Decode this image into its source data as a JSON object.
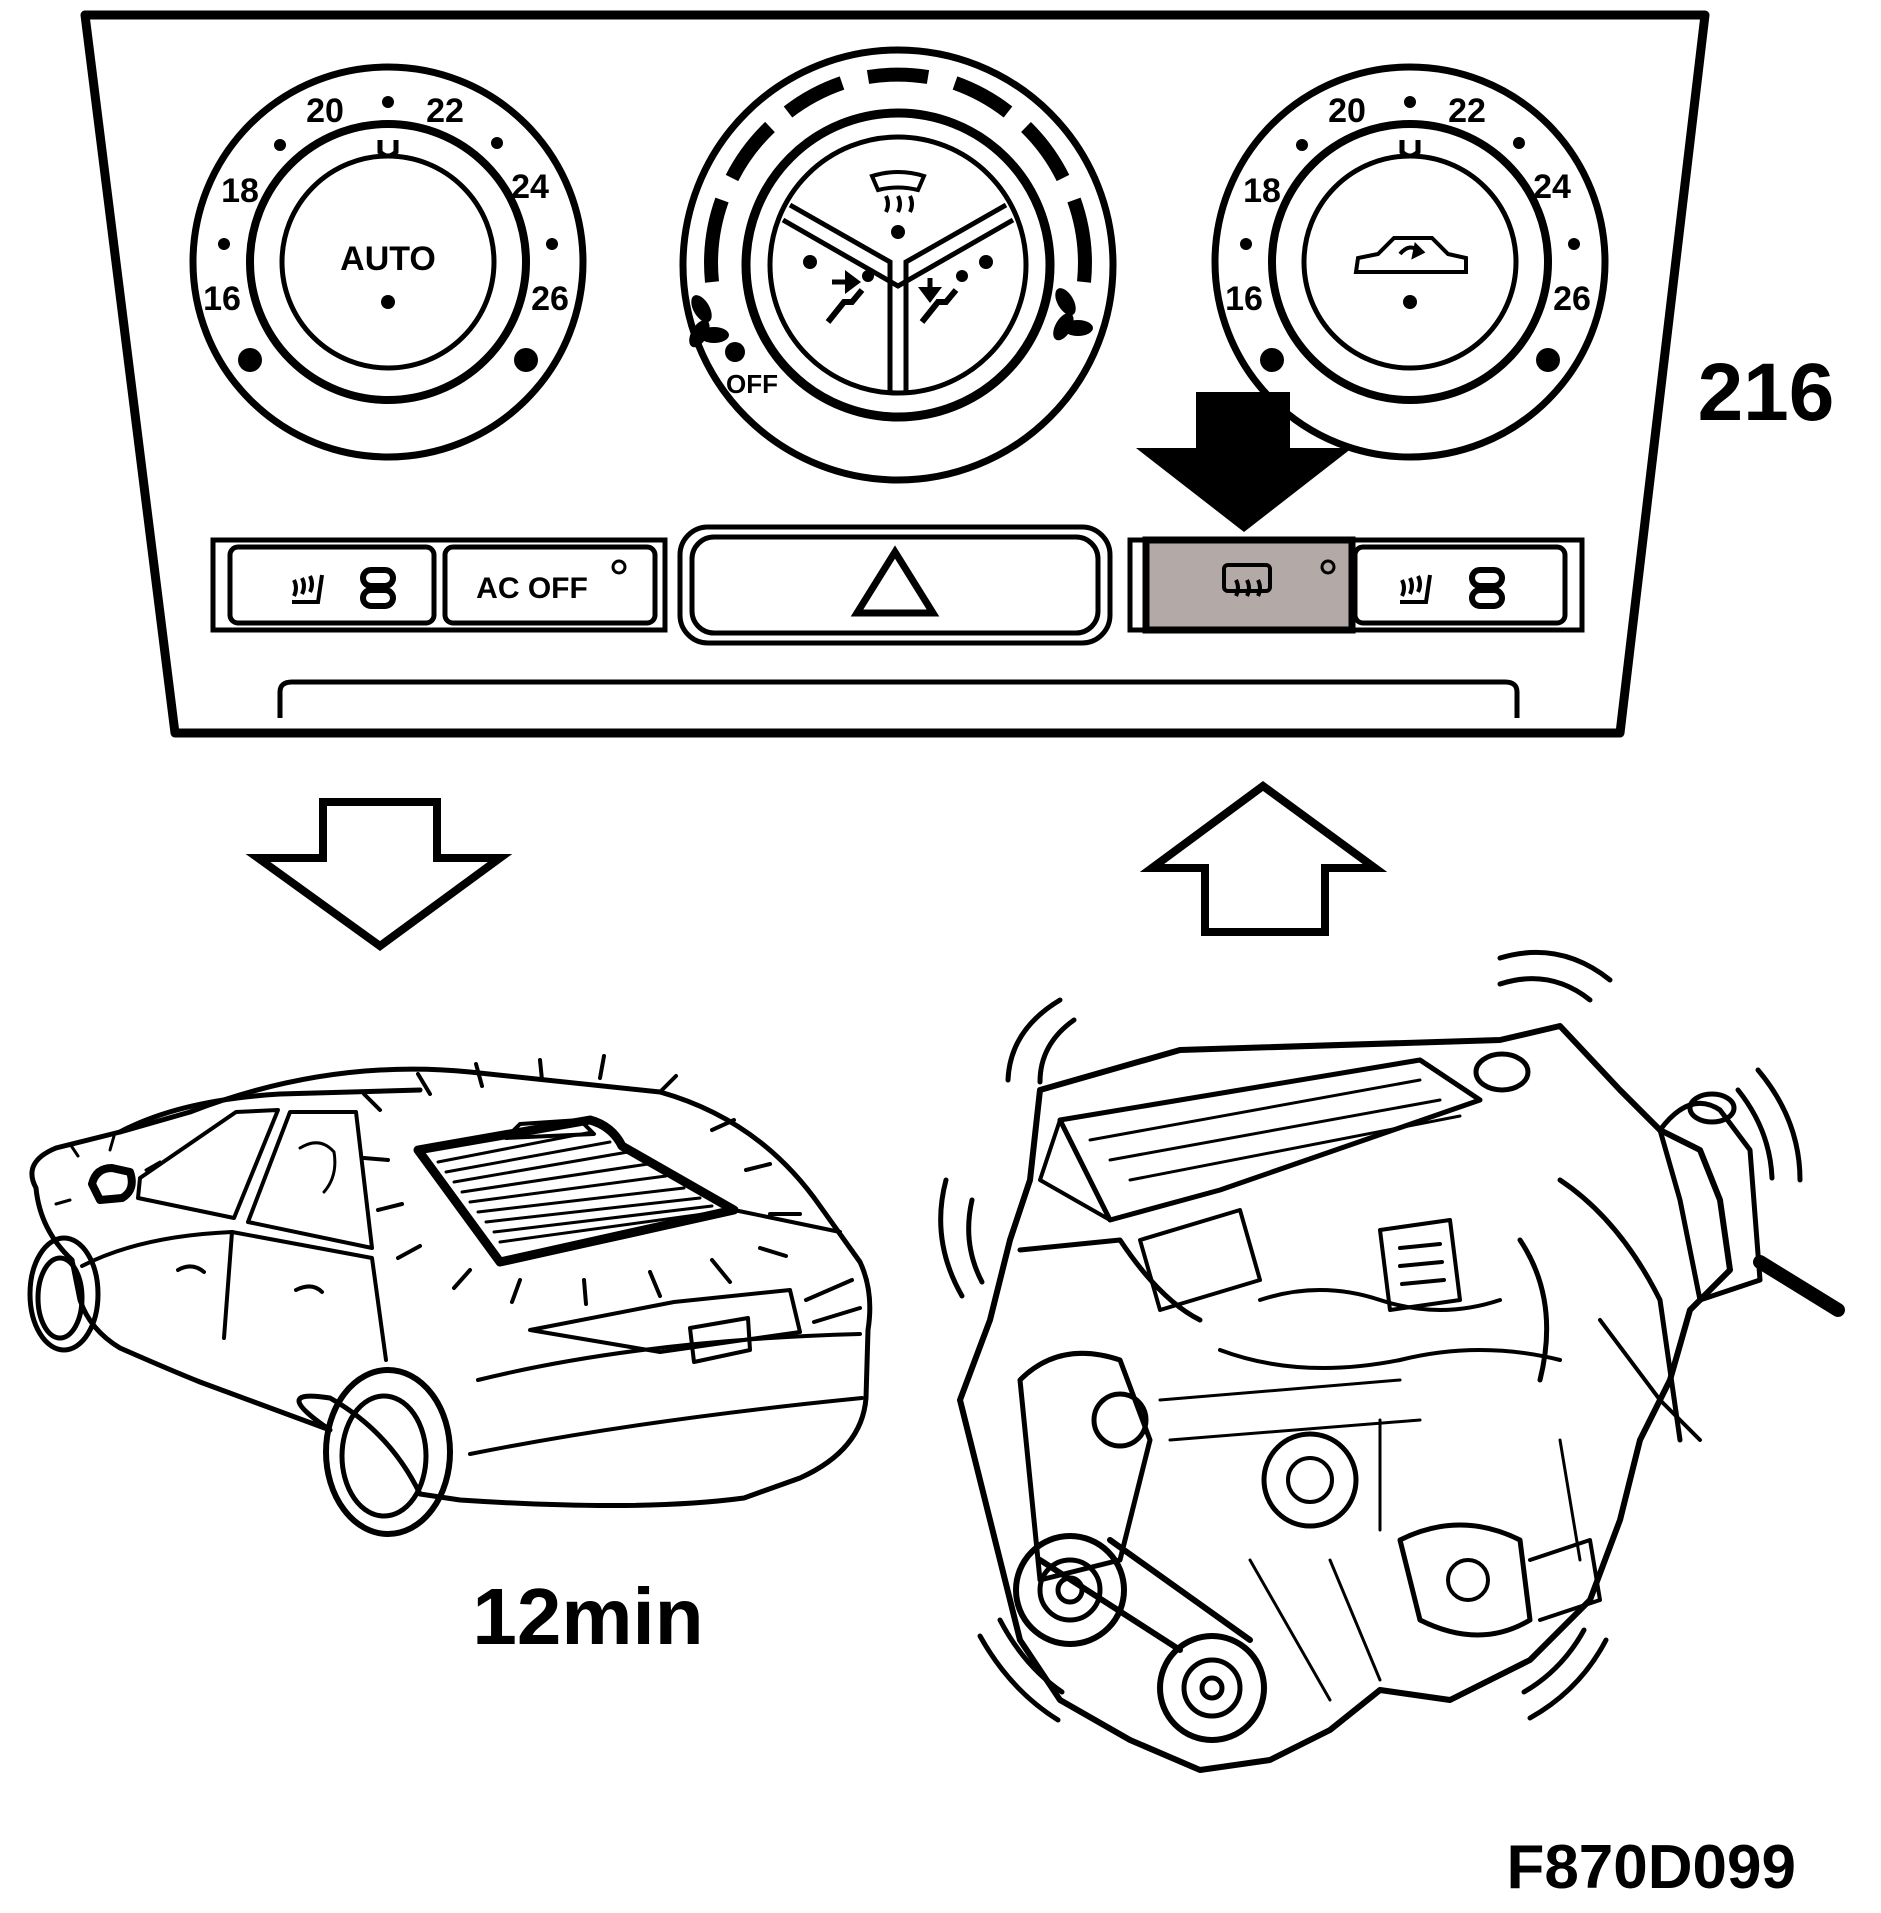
{
  "panel": {
    "left_dial": {
      "ticks": [
        "16",
        "18",
        "20",
        "22",
        "24",
        "26"
      ],
      "center_label": "AUTO"
    },
    "fan_dial": {
      "off_label": "OFF",
      "icons": [
        "fan-icon",
        "defrost-windshield-icon",
        "vent-face-icon",
        "vent-floor-icon"
      ]
    },
    "right_dial": {
      "ticks": [
        "16",
        "18",
        "20",
        "22",
        "24",
        "26"
      ],
      "center_icon": "recirculation-car-icon"
    },
    "buttons": {
      "left_seat_heat": {
        "icon": "seat-heat-icon"
      },
      "ac_off": {
        "label": "AC OFF"
      },
      "hazard": {
        "icon": "hazard-triangle-icon"
      },
      "rear_defrost": {
        "icon": "rear-defrost-icon",
        "highlight_color": "#b3a9a6"
      },
      "right_seat_heat": {
        "icon": "seat-heat-icon"
      }
    }
  },
  "callout_number": "216",
  "duration_label": "12min",
  "figure_code": "F870D099",
  "icons": [
    "arrow-down-solid-icon",
    "arrow-down-outline-icon",
    "arrow-up-outline-icon",
    "car-rear-window-icon",
    "engine-icon"
  ]
}
